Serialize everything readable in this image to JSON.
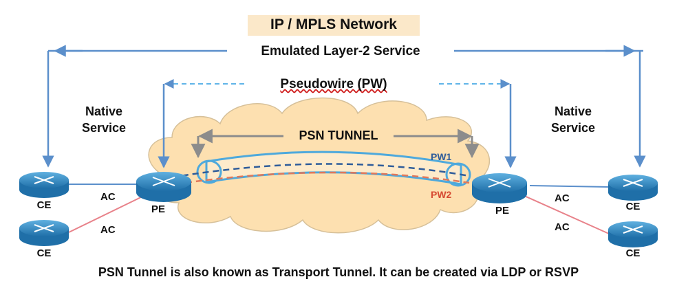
{
  "title": "IP / MPLS  Network",
  "emulated_service": "Emulated Layer-2 Service",
  "pseudowire": "Pseudowire (PW)",
  "native_service_left": [
    "Native",
    "Service"
  ],
  "native_service_right": [
    "Native",
    "Service"
  ],
  "psn_tunnel": "PSN TUNNEL",
  "pw1_label": "PW1",
  "pw2_label": "PW2",
  "devices": {
    "ce_left_top": "CE",
    "ce_left_bottom": "CE",
    "pe_left": "PE",
    "pe_right": "PE",
    "ce_right_top": "CE",
    "ce_right_bottom": "CE"
  },
  "attachment_circuits": {
    "left_top": "AC",
    "left_bottom": "AC",
    "right_top": "AC",
    "right_bottom": "AC"
  },
  "footnote": "PSN Tunnel is also known as Transport Tunnel. It can be created via LDP or RSVP",
  "colors": {
    "arrow_blue": "#5b8fcb",
    "pw_dashed": "#5fb4e8",
    "tunnel_outline": "#4ea9dc",
    "pw1_line": "#2e5c9a",
    "pw2_line": "#e0785a",
    "cloud_fill": "#fde0b0",
    "router_blue": "#2a88c4",
    "ac_red": "#e8828a",
    "title_bg": "#fbe8c9"
  }
}
